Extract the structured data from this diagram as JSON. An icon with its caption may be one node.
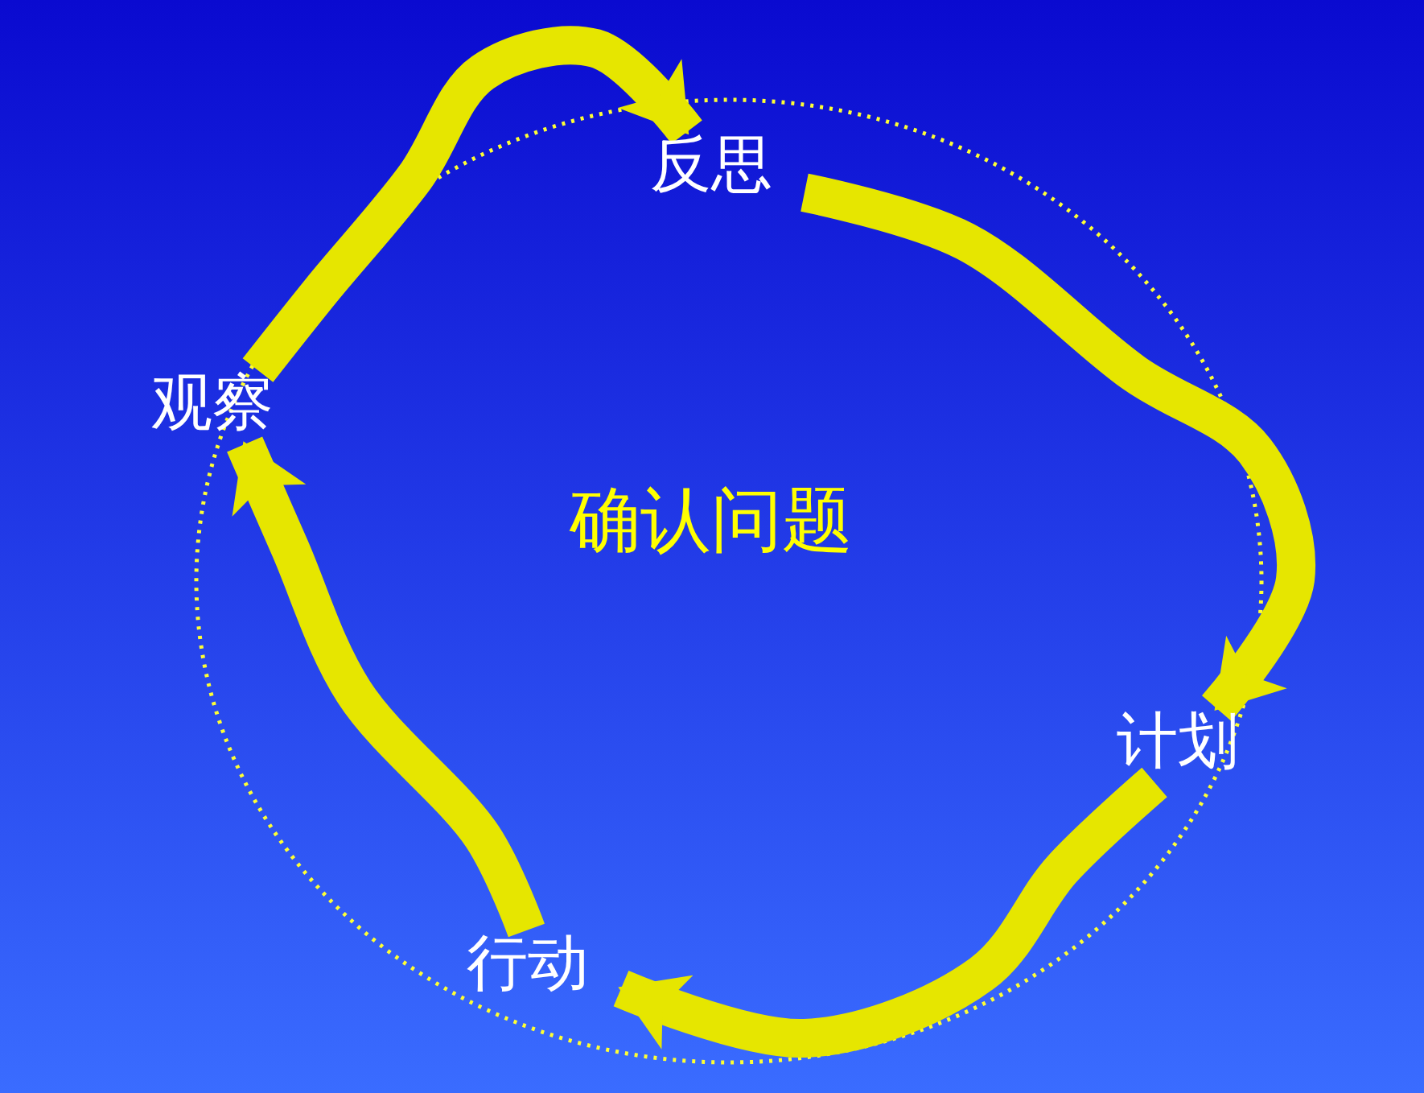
{
  "diagram": {
    "nodes": [
      {
        "text": [
          "确认问题"
        ]
      },
      {
        "text": [
          "反思"
        ]
      },
      {
        "text": [
          "观察"
        ]
      },
      {
        "text": [
          "计划"
        ]
      },
      {
        "text": [
          "行动"
        ]
      }
    ],
    "edges": [
      {
        "from": 2,
        "to": 1,
        "arrow": "to"
      },
      {
        "from": 1,
        "to": 3,
        "arrow": "to"
      },
      {
        "from": 3,
        "to": 4,
        "arrow": "to"
      },
      {
        "from": 4,
        "to": 2,
        "arrow": "to"
      }
    ]
  }
}
